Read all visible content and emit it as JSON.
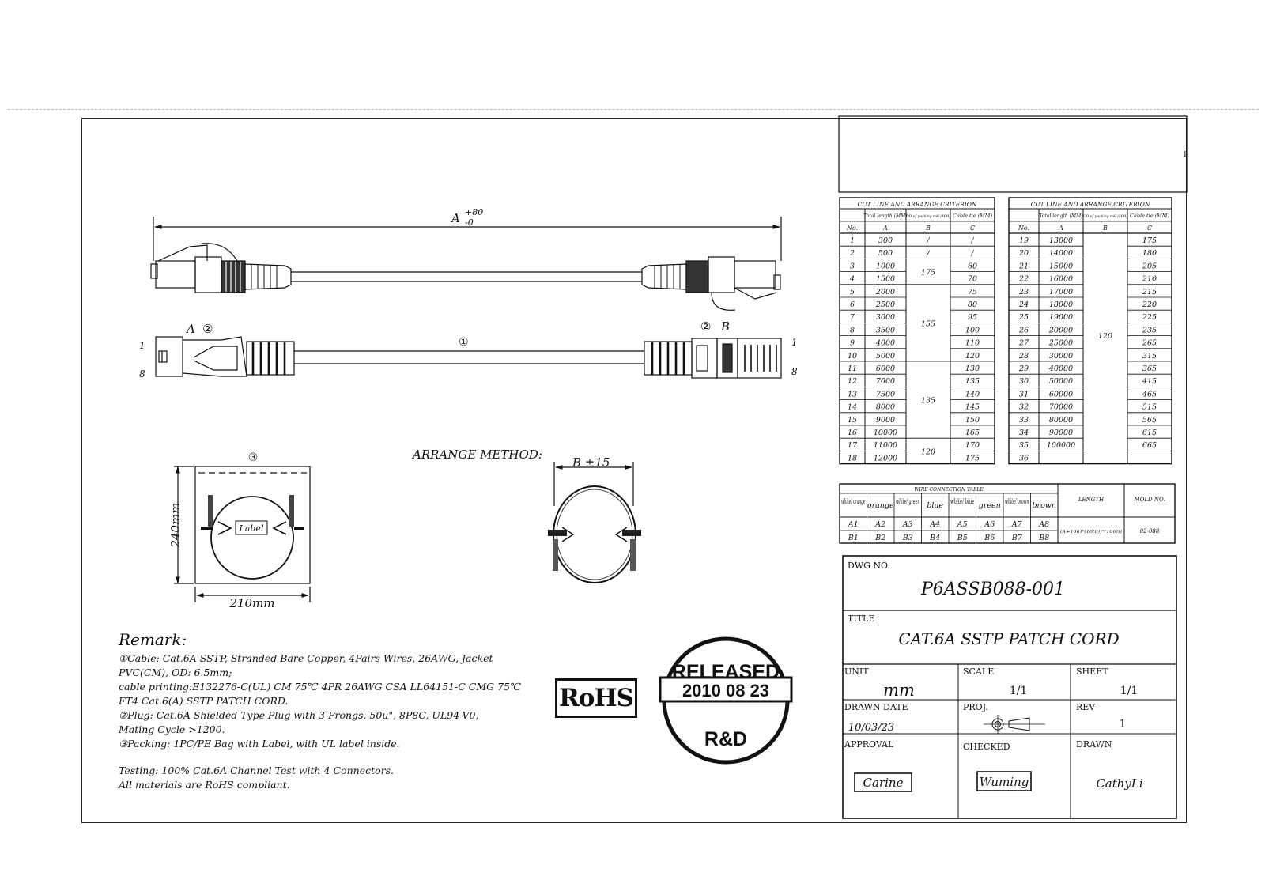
{
  "drawing": {
    "dim_a_label": "A",
    "dim_a_tol_plus": "+80",
    "dim_a_tol_minus": "-0",
    "end_a_label": "A",
    "end_a_num": "②",
    "end_b_label": "B",
    "end_b_num": "②",
    "cable_num": "①",
    "pin_top_left": "1",
    "pin_bottom_left": "8",
    "pin_top_right": "1",
    "pin_bottom_right": "8",
    "packing_num": "③",
    "pack_height": "240mm",
    "pack_width": "210mm",
    "bag_label": "Label",
    "arrange_title": "ARRANGE METHOD:",
    "coil_dim": "B ±15"
  },
  "cut_table": {
    "title": "CUT LINE AND ARRANGE CRITERION",
    "headers": {
      "no": "No.",
      "total": "Total length (MM)",
      "od": "OD of packing roll (MM)",
      "tie": "Cable tie (MM)",
      "a": "A",
      "b": "B",
      "c": "C"
    },
    "left_rows": [
      {
        "no": "1",
        "a": "300",
        "c": "/"
      },
      {
        "no": "2",
        "a": "500",
        "c": "/"
      },
      {
        "no": "3",
        "a": "1000",
        "c": "60"
      },
      {
        "no": "4",
        "a": "1500",
        "c": "70"
      },
      {
        "no": "5",
        "a": "2000",
        "c": "75"
      },
      {
        "no": "6",
        "a": "2500",
        "c": "80"
      },
      {
        "no": "7",
        "a": "3000",
        "c": "95"
      },
      {
        "no": "8",
        "a": "3500",
        "c": "100"
      },
      {
        "no": "9",
        "a": "4000",
        "c": "110"
      },
      {
        "no": "10",
        "a": "5000",
        "c": "120"
      },
      {
        "no": "11",
        "a": "6000",
        "c": "130"
      },
      {
        "no": "12",
        "a": "7000",
        "c": "135"
      },
      {
        "no": "13",
        "a": "7500",
        "c": "140"
      },
      {
        "no": "14",
        "a": "8000",
        "c": "145"
      },
      {
        "no": "15",
        "a": "9000",
        "c": "150"
      },
      {
        "no": "16",
        "a": "10000",
        "c": "165"
      },
      {
        "no": "17",
        "a": "11000",
        "c": "170"
      },
      {
        "no": "18",
        "a": "12000",
        "c": "175"
      }
    ],
    "left_b_groups": [
      {
        "start": 0,
        "span": 1,
        "value": "/"
      },
      {
        "start": 1,
        "span": 1,
        "value": "/"
      },
      {
        "start": 2,
        "span": 2,
        "value": "175"
      },
      {
        "start": 4,
        "span": 6,
        "value": "155"
      },
      {
        "start": 10,
        "span": 6,
        "value": "135"
      },
      {
        "start": 16,
        "span": 2,
        "value": "120"
      }
    ],
    "right_rows": [
      {
        "no": "19",
        "a": "13000",
        "c": "175"
      },
      {
        "no": "20",
        "a": "14000",
        "c": "180"
      },
      {
        "no": "21",
        "a": "15000",
        "c": "205"
      },
      {
        "no": "22",
        "a": "16000",
        "c": "210"
      },
      {
        "no": "23",
        "a": "17000",
        "c": "215"
      },
      {
        "no": "24",
        "a": "18000",
        "c": "220"
      },
      {
        "no": "25",
        "a": "19000",
        "c": "225"
      },
      {
        "no": "26",
        "a": "20000",
        "c": "235"
      },
      {
        "no": "27",
        "a": "25000",
        "c": "265"
      },
      {
        "no": "28",
        "a": "30000",
        "c": "315"
      },
      {
        "no": "29",
        "a": "40000",
        "c": "365"
      },
      {
        "no": "30",
        "a": "50000",
        "c": "415"
      },
      {
        "no": "31",
        "a": "60000",
        "c": "465"
      },
      {
        "no": "32",
        "a": "70000",
        "c": "515"
      },
      {
        "no": "33",
        "a": "80000",
        "c": "565"
      },
      {
        "no": "34",
        "a": "90000",
        "c": "615"
      },
      {
        "no": "35",
        "a": "100000",
        "c": "665"
      },
      {
        "no": "36",
        "a": "",
        "c": ""
      }
    ],
    "right_b_value": "120"
  },
  "wire_table": {
    "title": "WIRE CONNECTION TABLE",
    "colors": [
      "white/ orange",
      "orange",
      "white/ green",
      "blue",
      "white/ blue",
      "green",
      "white/ brown",
      "brown"
    ],
    "row_a": [
      "A1",
      "A2",
      "A3",
      "A4",
      "A5",
      "A6",
      "A7",
      "A8"
    ],
    "row_b": [
      "B1",
      "B2",
      "B3",
      "B4",
      "B5",
      "B6",
      "B7",
      "B8"
    ],
    "length_header": "LENGTH",
    "length_value": "(A+100)*(10(0))*(10(0))",
    "mold_header": "MOLD NO.",
    "mold_value": "02-088"
  },
  "title_block": {
    "dwg_no_label": "DWG NO.",
    "dwg_no": "P6ASSB088-001",
    "title_label": "TITLE",
    "title": "CAT.6A SSTP PATCH CORD",
    "unit_label": "UNIT",
    "unit": "mm",
    "scale_label": "SCALE",
    "scale": "1/1",
    "sheet_label": "SHEET",
    "sheet": "1/1",
    "drawn_date_label": "DRAWN DATE",
    "drawn_date": "10/03/23",
    "proj_label": "PROJ.",
    "rev_label": "REV",
    "rev": "1",
    "approval_label": "APPROVAL",
    "approval": "Carine",
    "checked_label": "CHECKED",
    "checked": "Wuming",
    "drawn_label": "DRAWN",
    "drawn": "CathyLi"
  },
  "stamp": {
    "top": "RELEASED",
    "date": "2010 08 23",
    "bottom": "R&D"
  },
  "rohs": "RoHS",
  "remark": {
    "title": "Remark:",
    "lines": [
      "①Cable: Cat.6A SSTP, Stranded Bare Copper, 4Pairs Wires, 26AWG, Jacket",
      "PVC(CM), OD: 6.5mm;",
      "cable printing:E132276-C(UL) CM 75℃ 4PR 26AWG   CSA LL64151-C CMG 75℃",
      "FT4 Cat.6(A) SSTP PATCH CORD.",
      "②Plug: Cat.6A Shielded Type Plug with 3 Prongs, 50u\", 8P8C, UL94-V0,",
      "Mating Cycle >1200.",
      "③Packing: 1PC/PE Bag with Label, with UL label inside."
    ],
    "testing": [
      "Testing: 100% Cat.6A Channel Test with 4 Connectors.",
      "All materials are RoHS compliant."
    ]
  }
}
